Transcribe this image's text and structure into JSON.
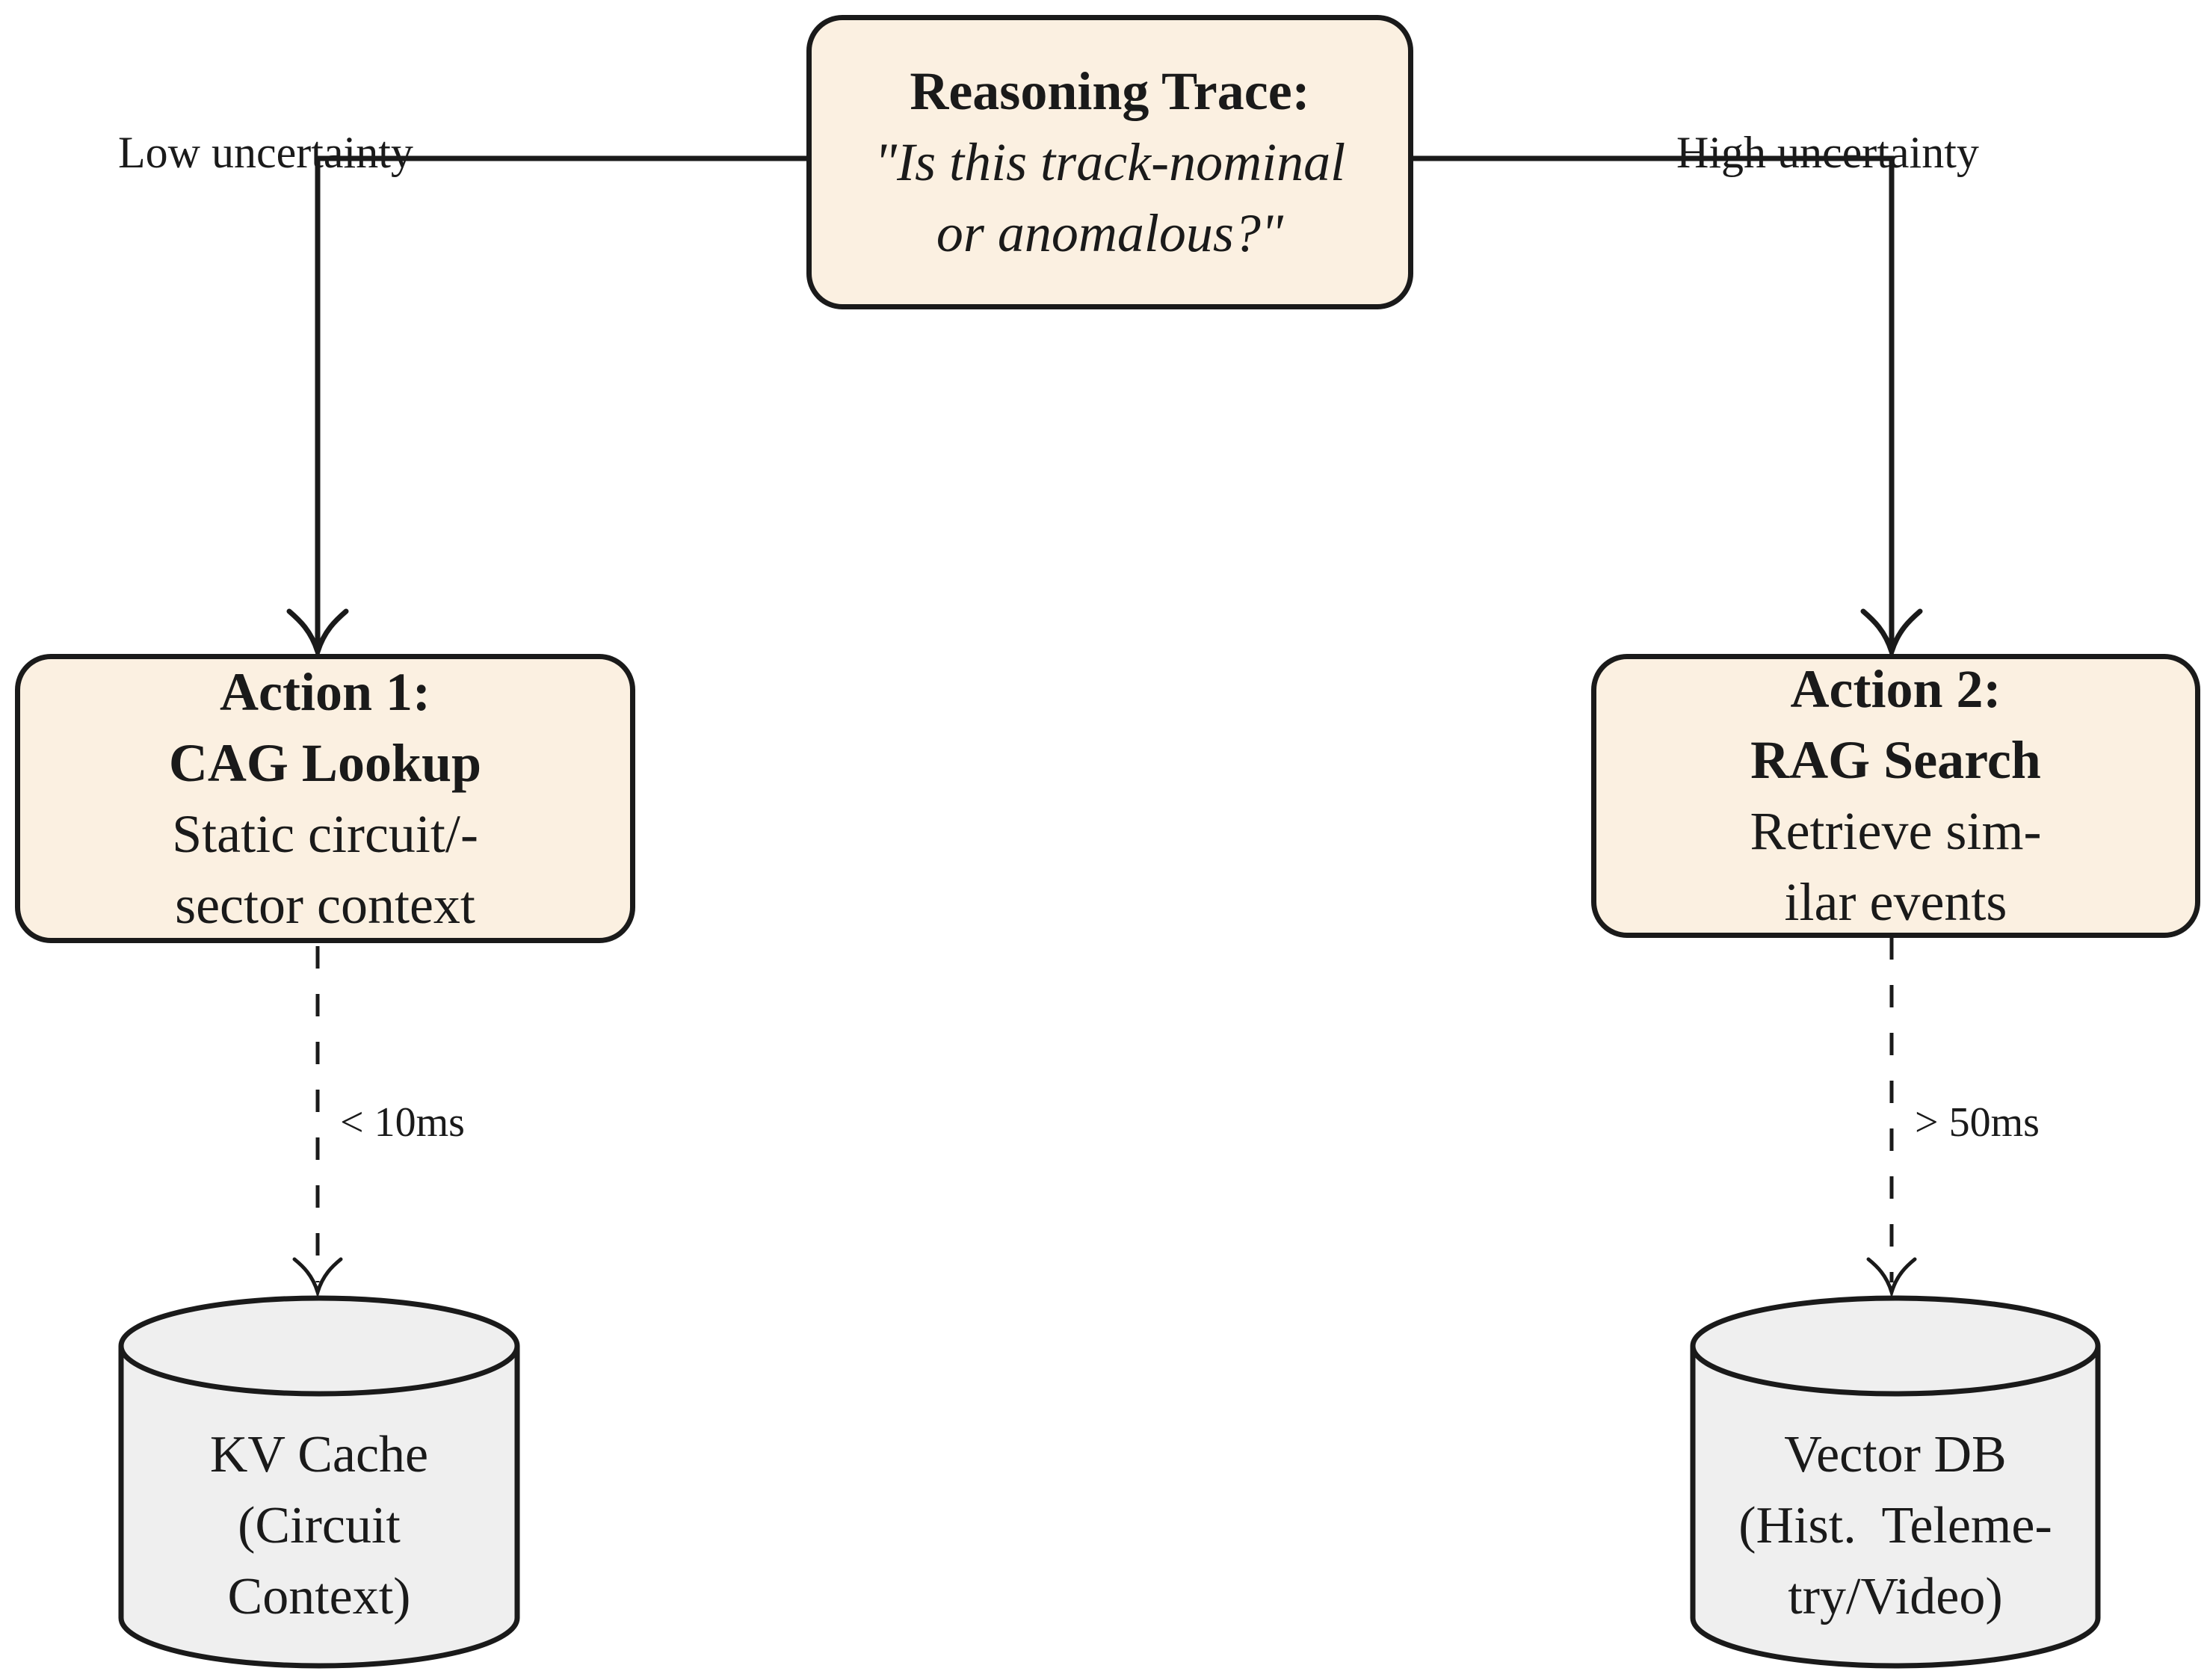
{
  "root_node": {
    "title": "Reasoning Trace:",
    "question_line1": "\"Is this track-nominal",
    "question_line2": "or anomalous?\""
  },
  "branches": {
    "left": {
      "condition_label": "Low uncertainty",
      "latency_label": "< 10ms"
    },
    "right": {
      "condition_label": "High uncertainty",
      "latency_label": "> 50ms"
    }
  },
  "action_nodes": {
    "action1": {
      "line1": "Action 1:",
      "line2": "CAG Lookup",
      "line3": "Static circuit/-",
      "line4": "sector context"
    },
    "action2": {
      "line1": "Action 2:",
      "line2": "RAG Search",
      "line3": "Retrieve sim-",
      "line4": "ilar events"
    }
  },
  "datastores": {
    "kv_cache": {
      "line1": "KV Cache",
      "line2": "(Circuit",
      "line3": "Context)"
    },
    "vector_db": {
      "line1": "Vector DB",
      "line2": "(Hist.  Teleme-",
      "line3": "try/Video)"
    }
  },
  "colors": {
    "node_fill": "#FBF0E1",
    "datastore_fill": "#EFEFEF",
    "stroke": "#1A1A1A",
    "text": "#1A1A1A",
    "background": "#FFFFFF"
  }
}
